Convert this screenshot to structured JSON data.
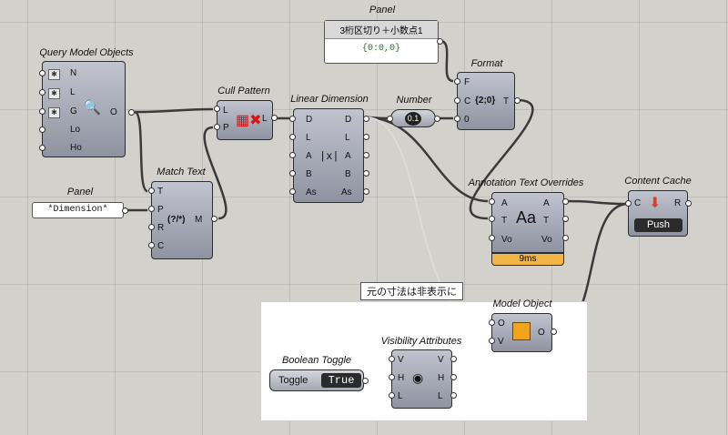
{
  "group": {
    "label": "元の寸法は非表示に"
  },
  "components": {
    "query": {
      "title": "Query Model Objects",
      "inputs": [
        "N",
        "L",
        "G",
        "Lo",
        "Ho"
      ],
      "output": "O"
    },
    "panel_top": {
      "title": "Panel",
      "header": "3桁区切り＋小数点1",
      "content": "{0:0,0}"
    },
    "format": {
      "title": "Format",
      "inputs": [
        "F",
        "C",
        "0"
      ],
      "icon_text": "{2;0}",
      "output": "T"
    },
    "cull": {
      "title": "Cull Pattern",
      "inputs": [
        "L",
        "P"
      ],
      "output": "L"
    },
    "lindim": {
      "title": "Linear Dimension",
      "inputs": [
        "D",
        "L",
        "A",
        "B",
        "As"
      ],
      "outputs": [
        "D",
        "L",
        "A",
        "B",
        "As"
      ]
    },
    "number": {
      "title": "Number",
      "value": "0.1"
    },
    "match": {
      "title": "Match Text",
      "inputs": [
        "T",
        "P",
        "R",
        "C"
      ],
      "icon_text": "(?/*)",
      "output": "M"
    },
    "panel_left": {
      "title": "Panel",
      "content": "*Dimension*"
    },
    "annot": {
      "title": "Annotation Text Overrides",
      "inputs": [
        "A",
        "T",
        "Vo"
      ],
      "icon_text": "Aa",
      "outputs": [
        "A",
        "T",
        "Vo"
      ],
      "timing": "9ms"
    },
    "cache": {
      "title": "Content Cache",
      "input": "C",
      "output": "R",
      "button": "Push"
    },
    "model": {
      "title": "Model Object",
      "inputs": [
        "O",
        "V"
      ],
      "output": "O"
    },
    "vis": {
      "title": "Visibility Attributes",
      "inputs": [
        "V",
        "H",
        "L"
      ],
      "outputs": [
        "V",
        "H",
        "L"
      ]
    },
    "toggle": {
      "title": "Boolean Toggle",
      "label": "Toggle",
      "value": "True"
    }
  },
  "colors": {
    "canvas": "#d2d1cb",
    "wire": "#3a3a3a",
    "timing_bar": "#f0b545",
    "selected_wire": "#dcdcdc"
  },
  "icons": [
    "magnifier-icon",
    "cull-pattern-icon",
    "dimension-icon",
    "number-icon",
    "format-icon",
    "regex-icon",
    "text-override-icon",
    "cache-icon",
    "model-object-icon",
    "eye-icon"
  ]
}
